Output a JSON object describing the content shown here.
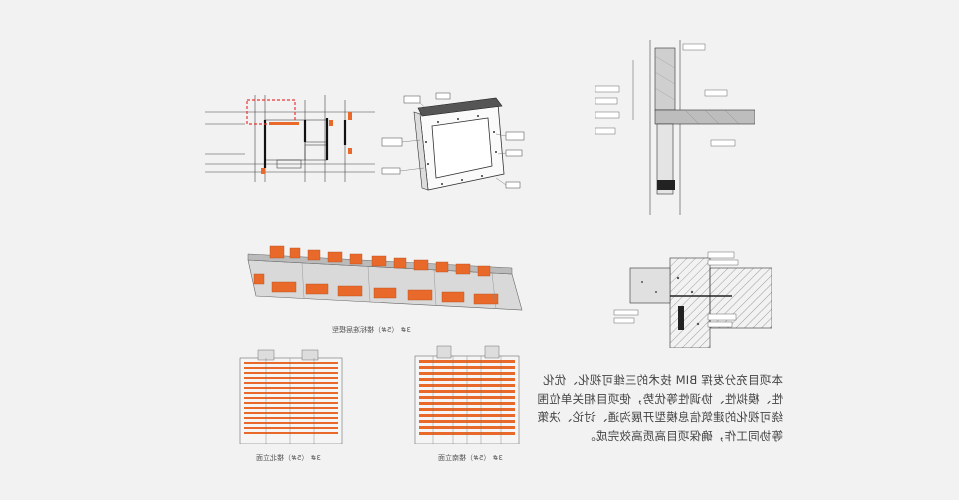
{
  "captions": {
    "standard_floor_model": "3# （5#）楼标准层模型",
    "north_elevation": "3# （5#）楼北立面",
    "south_elevation": "3# （5#）楼南立面"
  },
  "description_lines": [
    "本项目充分发挥 BIM 技术的三维可视化、优化",
    "性、模拟性、协调性等优势，使项目相关单位围",
    "绕可视化的建筑信息模型开展沟通、讨论、决策",
    "等协同工作，确保项目高质高效完成。"
  ],
  "colors": {
    "background": "#f2f2f2",
    "accent_orange": "#e8692a",
    "highlight_red": "#e53935",
    "line": "#333333"
  }
}
